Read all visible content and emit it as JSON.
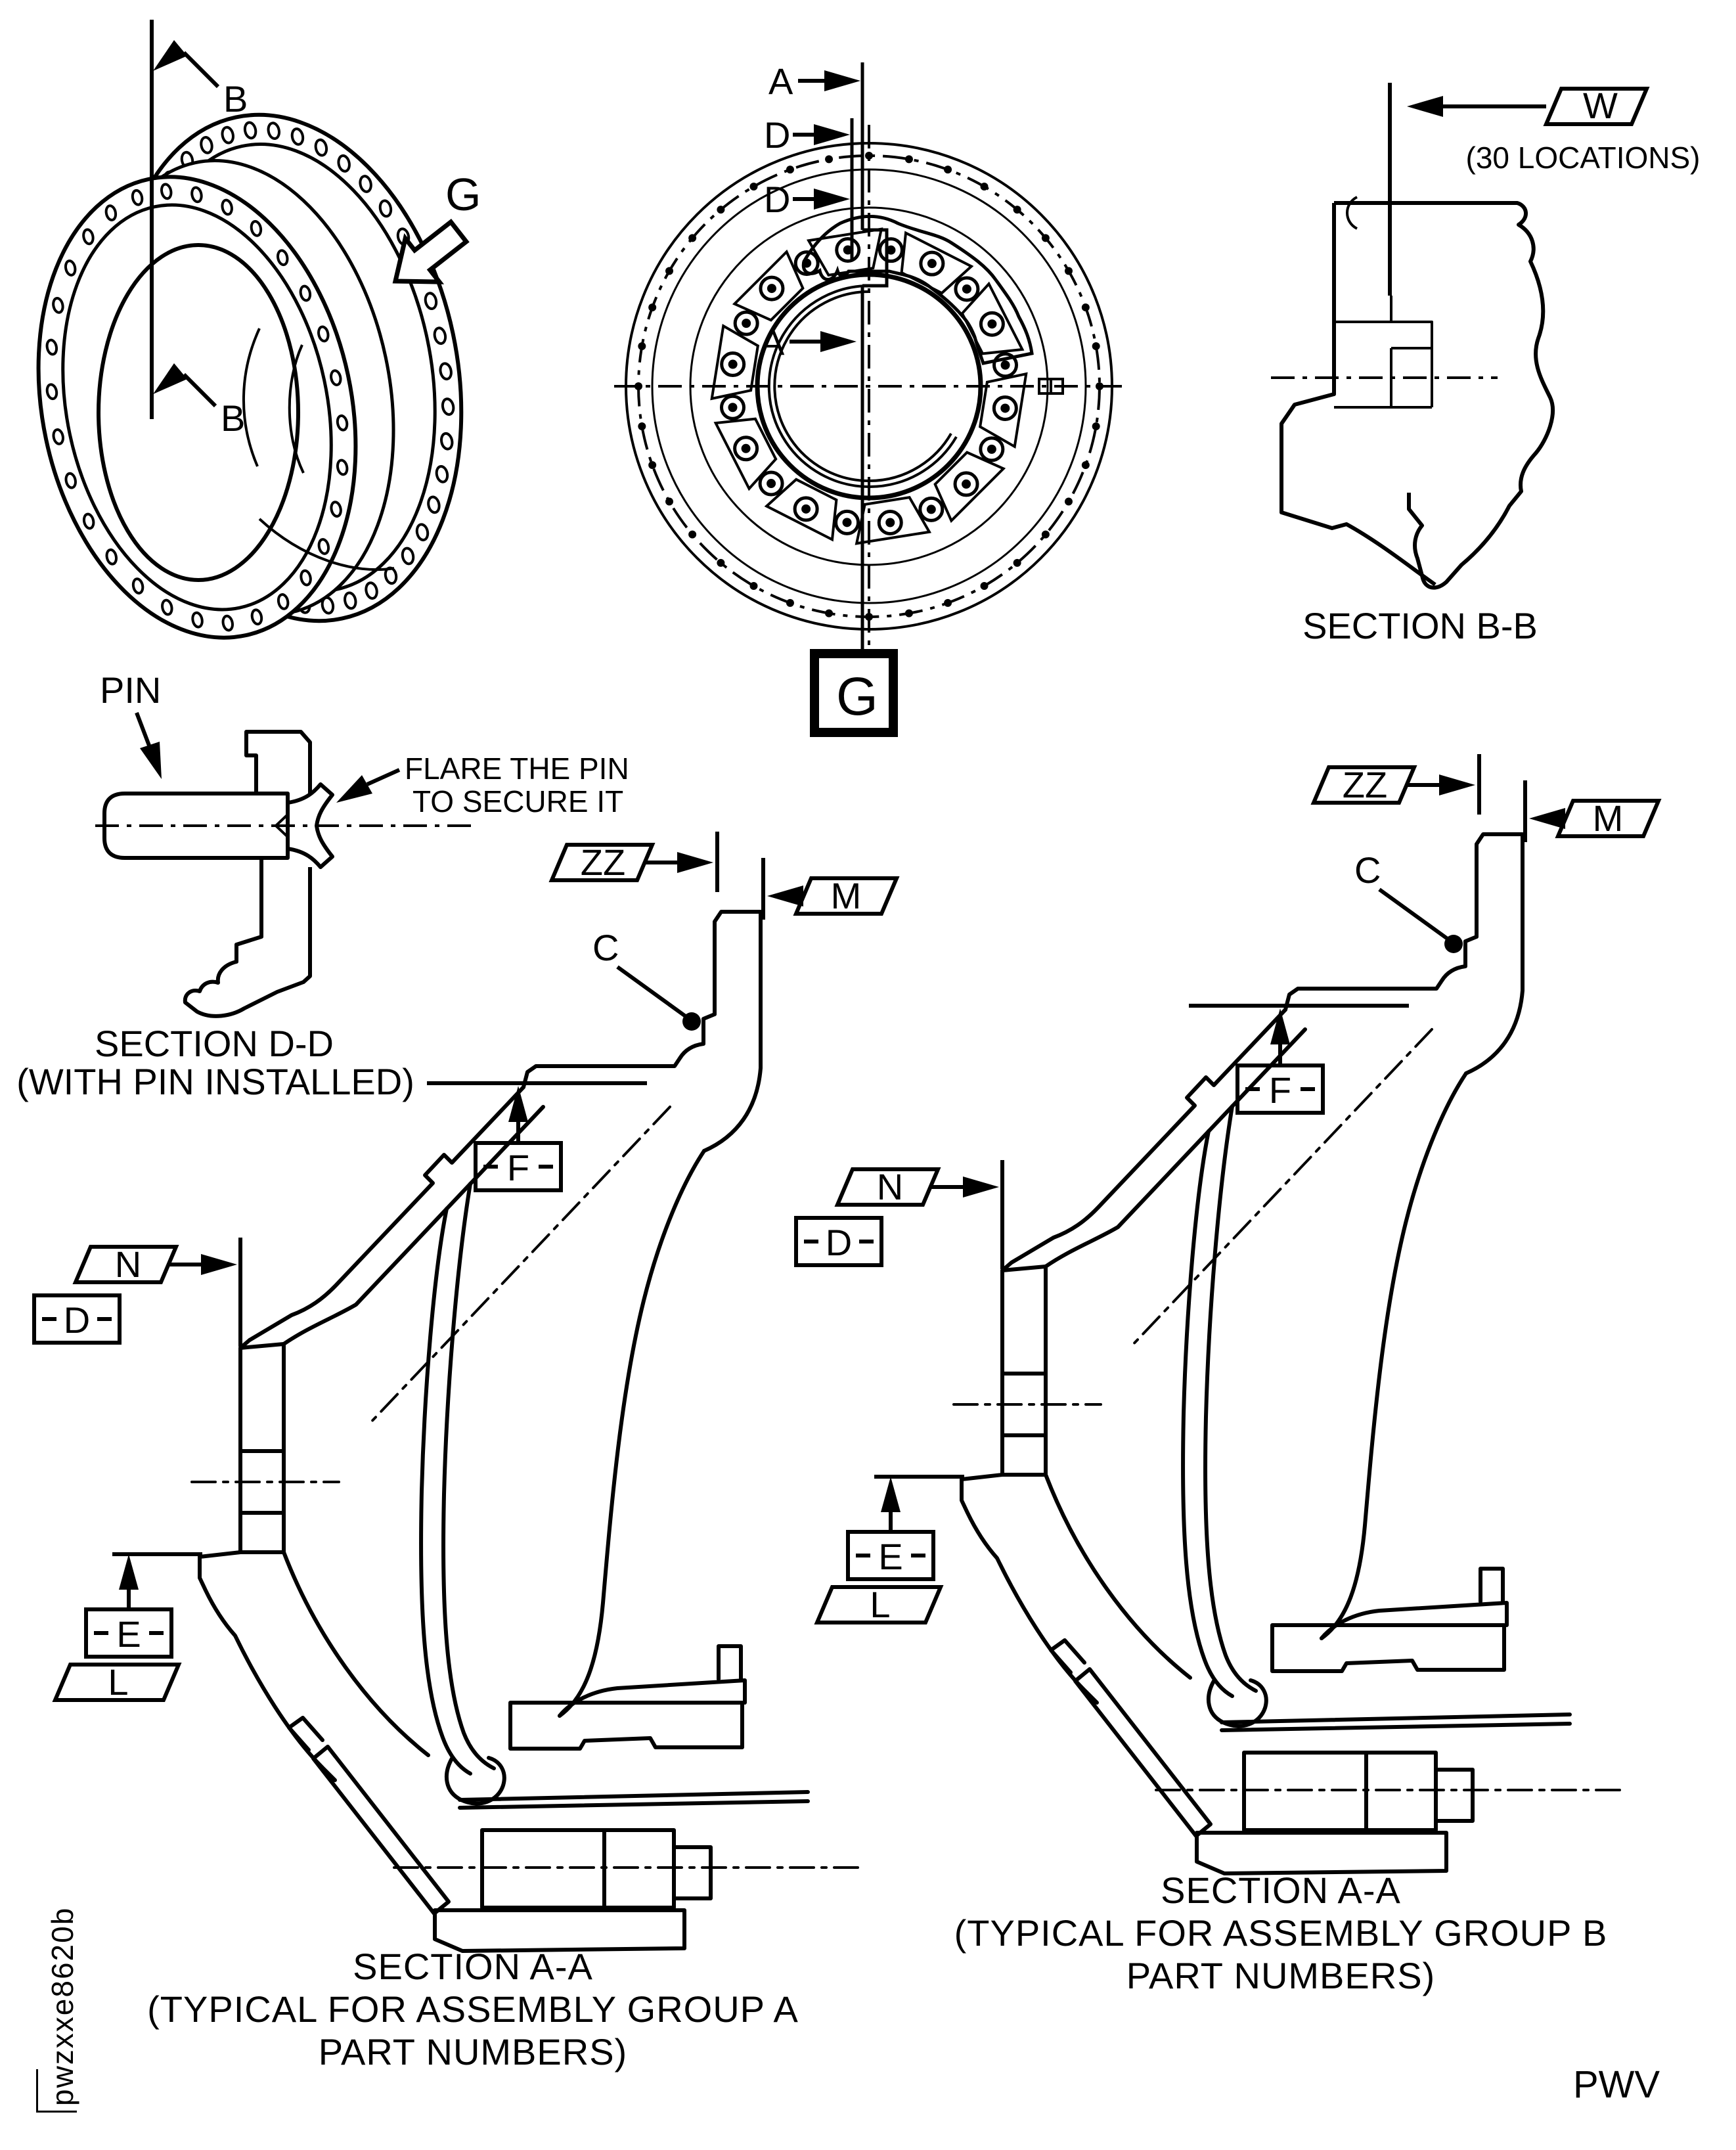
{
  "colors": {
    "ink": "#000000",
    "paper": "#ffffff"
  },
  "views": {
    "iso": {
      "cut_top": "B",
      "cut_bottom": "B",
      "view_dir": "G"
    },
    "front": {
      "cut_a_top": "A",
      "cut_d_upper": "D",
      "cut_d_lower": "D",
      "cut_a_mid": "A",
      "view_ref": "G"
    },
    "section_bb": {
      "flag_w": "W",
      "note": "(30 LOCATIONS)",
      "caption": "SECTION B-B"
    },
    "section_dd": {
      "pin": "PIN",
      "note_line1": "FLARE THE PIN",
      "note_line2": "TO SECURE IT",
      "caption_line1": "SECTION D-D",
      "caption_line2": "(WITH PIN INSTALLED)"
    },
    "group_a": {
      "flag_zz": "ZZ",
      "flag_m": "M",
      "ref_c": "C",
      "datum_f": "F",
      "flag_n": "N",
      "datum_d": "D",
      "datum_e": "E",
      "flag_l": "L",
      "caption_line1": "SECTION A-A",
      "caption_line2": "(TYPICAL FOR ASSEMBLY GROUP A",
      "caption_line3": "PART NUMBERS)"
    },
    "group_b": {
      "flag_zz": "ZZ",
      "flag_m": "M",
      "ref_c": "C",
      "datum_f": "F",
      "flag_n": "N",
      "datum_d": "D",
      "datum_e": "E",
      "flag_l": "L",
      "caption_line1": "SECTION A-A",
      "caption_line2": "(TYPICAL FOR ASSEMBLY GROUP B",
      "caption_line3": "PART NUMBERS)"
    }
  },
  "footer": {
    "drawing_code": "pwzxxe8620b",
    "sheet_code": "PWV"
  }
}
